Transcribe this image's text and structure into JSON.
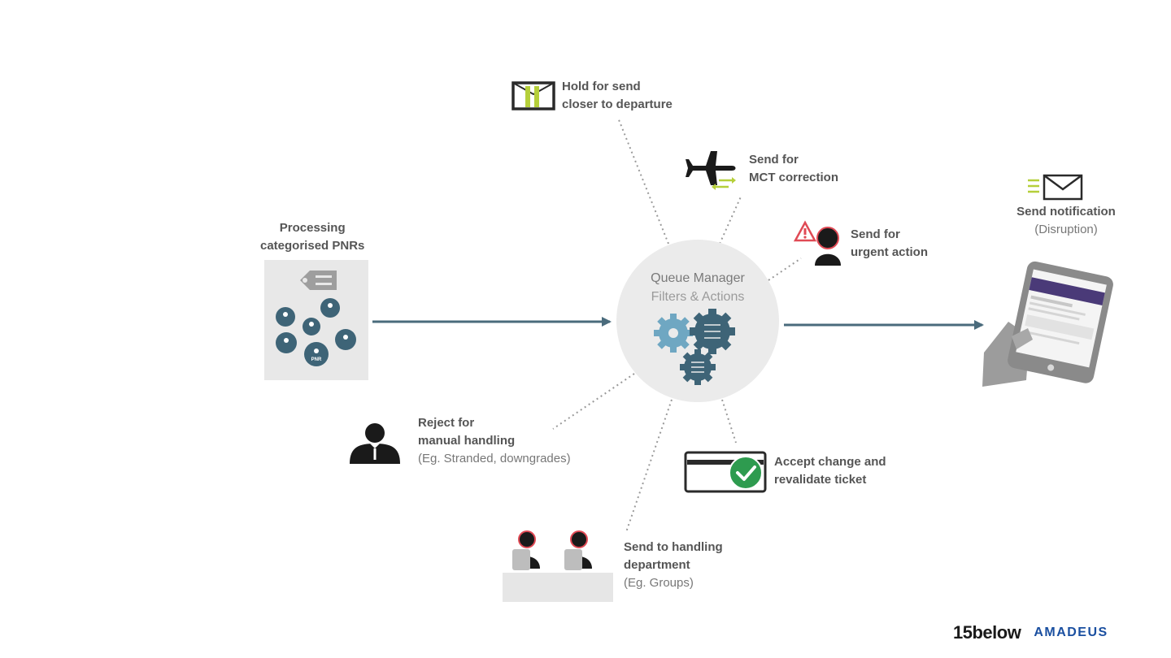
{
  "hub": {
    "title": "Queue Manager",
    "subtitle": "Filters & Actions"
  },
  "source": {
    "line1": "Processing",
    "line2": "categorised PNRs",
    "pnr_tag": "PNR"
  },
  "actions": {
    "hold": {
      "line1": "Hold for send",
      "line2": "closer to departure"
    },
    "mct": {
      "line1": "Send for",
      "line2": "MCT correction"
    },
    "urgent": {
      "line1": "Send for",
      "line2": "urgent action"
    },
    "reject": {
      "line1": "Reject for",
      "line2": "manual handling",
      "note": "(Eg. Stranded, downgrades)"
    },
    "accept": {
      "line1": "Accept change and",
      "line2": "revalidate ticket"
    },
    "handling": {
      "line1": "Send to handling",
      "line2": "department",
      "note": "(Eg. Groups)"
    }
  },
  "notification": {
    "line1": "Send notification",
    "note": "(Disruption)"
  },
  "logos": {
    "logo1": "15below",
    "logo2": "AMADEUS"
  },
  "colors": {
    "arrow": "#4a6b7c",
    "gear_dark": "#3e6477",
    "gear_light": "#6fa7c2",
    "hub_fill": "#ebebeb",
    "accent_green": "#2e9b4f",
    "accent_lime": "#b5cf3a",
    "warning_red": "#e04a55"
  },
  "icons": [
    "bag-tag-icon",
    "pnr-cluster-icon",
    "gears-icon",
    "mail-hold-icon",
    "airplane-icon",
    "agent-alert-icon",
    "businessman-icon",
    "ticket-check-icon",
    "agents-desk-icon",
    "envelope-icon",
    "tablet-hand-icon"
  ]
}
